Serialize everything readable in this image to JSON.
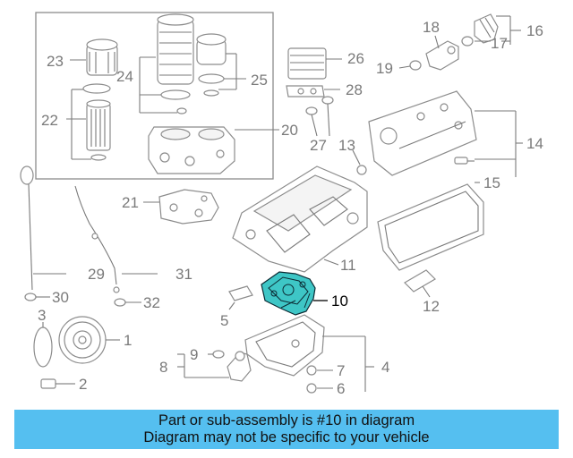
{
  "diagram": {
    "highlighted_part": "10",
    "highlight_color": "#3ec6c6",
    "line_color": "#7a7a7a",
    "callouts": {
      "c1": "1",
      "c2": "2",
      "c3": "3",
      "c4": "4",
      "c5": "5",
      "c6": "6",
      "c7": "7",
      "c8": "8",
      "c9": "9",
      "c10": "10",
      "c11": "11",
      "c12": "12",
      "c13": "13",
      "c14": "14",
      "c15": "15",
      "c16": "16",
      "c17": "17",
      "c18": "18",
      "c19": "19",
      "c20": "20",
      "c21": "21",
      "c22": "22",
      "c23": "23",
      "c24": "24",
      "c25": "25",
      "c26": "26",
      "c27": "27",
      "c28": "28",
      "c29": "29",
      "c30": "30",
      "c31": "31",
      "c32": "32"
    }
  },
  "caption": {
    "background": "#55bff0",
    "line1": "Part or sub-assembly is #10 in diagram",
    "line2": "Diagram may not be specific to your vehicle"
  }
}
